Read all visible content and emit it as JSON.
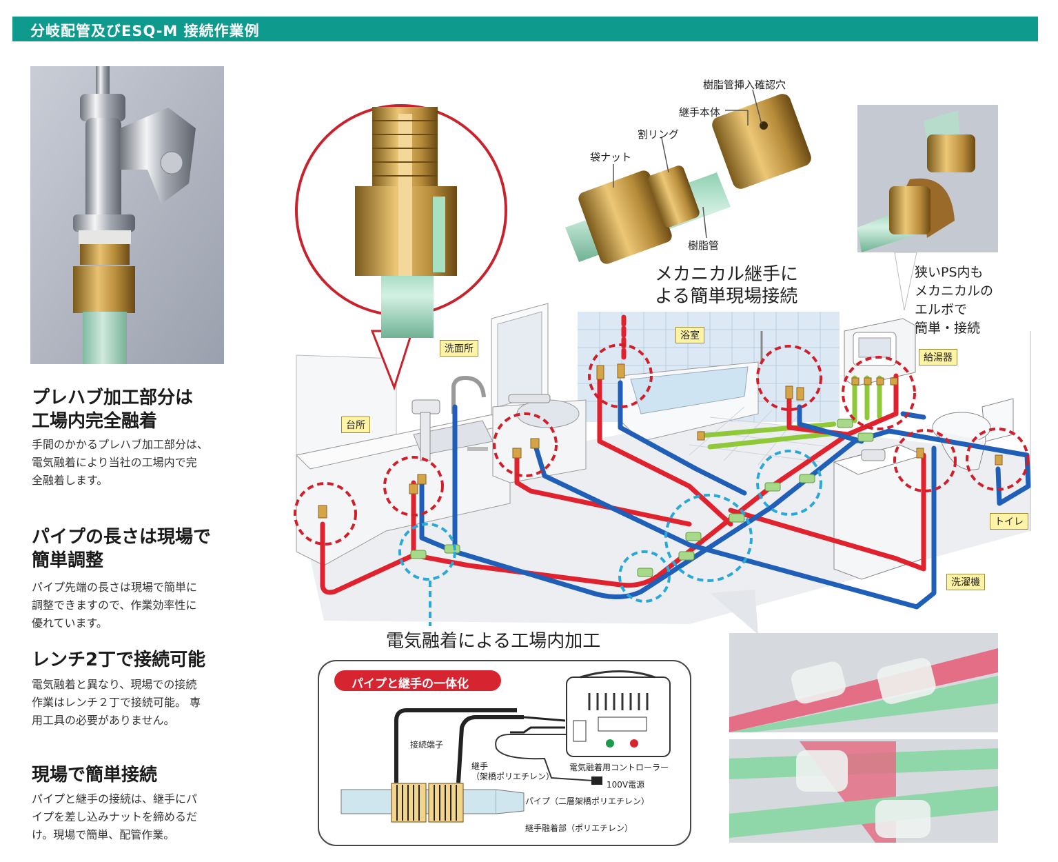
{
  "header": {
    "title": "分岐配管及びESQ-M 接続作業例"
  },
  "left": {
    "sections": [
      {
        "title_lines": [
          "プレハブ加工部分は",
          "工場内完全融着"
        ],
        "body_lines": [
          "手間のかかるプレハブ加工部分は、",
          "電気融着により当社の工場内で完",
          "全融着します。"
        ]
      },
      {
        "title_lines": [
          "パイプの長さは現場で",
          "簡単調整"
        ],
        "body_lines": [
          "パイプ先端の長さは現場で簡単に",
          "調整できますので、作業効率性に",
          "優れています。"
        ]
      },
      {
        "title_lines": [
          "レンチ2丁で接続可能"
        ],
        "body_lines": [
          "電気融着と異なり、現場での接続",
          "作業はレンチ２丁で接続可能。 専",
          "用工具の必要がありません。"
        ]
      },
      {
        "title_lines": [
          "現場で簡単接続"
        ],
        "body_lines": [
          "パイプと継手の接続は、継手にパ",
          "イプを差し込みナットを締めるだ",
          "け。現場で簡単、配管作業。"
        ]
      }
    ]
  },
  "parts": {
    "bag_nut": "袋ナット",
    "split_ring": "割リング",
    "body": "継手本体",
    "check_hole": "樹脂管挿入確認穴",
    "resin_pipe": "樹脂管"
  },
  "mech_caption": [
    "メカニカル継手に",
    "よる簡単現場接続"
  ],
  "ps_caption": [
    "狭いPS内も",
    "メカニカルの",
    "エルボで",
    "簡単・接続"
  ],
  "rooms": {
    "kitchen": "台所",
    "washroom": "洗面所",
    "bathroom": "浴室",
    "water_heater": "給湯器",
    "toilet": "トイレ",
    "washing_machine": "洗濯機"
  },
  "factory_caption": "電気融着による工場内加工",
  "inset": {
    "pill": "パイプと継手の一体化",
    "terminal": "接続端子",
    "fitting_lines": [
      "継手",
      "（架橋ポリエチレン）"
    ],
    "controller": "電気融着用コントローラー",
    "power": "100V電源",
    "pipe": "パイプ（二層架橋ポリエチレン）",
    "fusion_part": "継手融着部（ポリエチレン）"
  },
  "colors": {
    "header": "#0f9a8e",
    "hot": "#e0222e",
    "cold": "#1f5fb8",
    "green": "#8fc93a",
    "callout_red": "#d01f2a",
    "callout_blue": "#2aa8d8"
  }
}
